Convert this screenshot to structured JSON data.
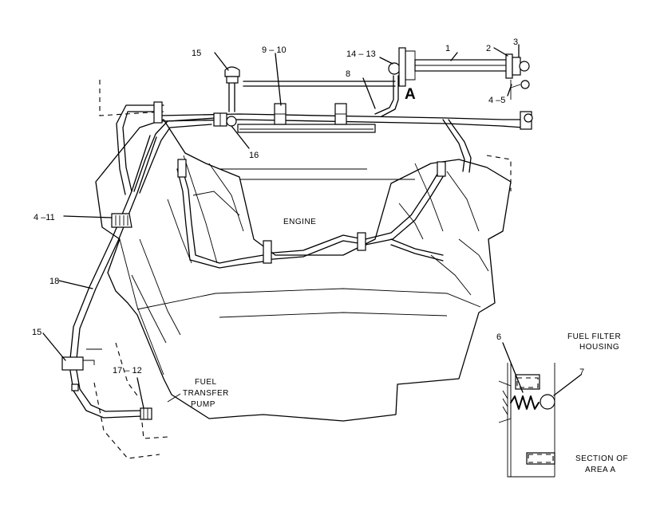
{
  "callouts": {
    "c1": "1",
    "c2": "2",
    "c3": "3",
    "c4_5": "4 –5",
    "c4_11": "4 –11",
    "c6": "6",
    "c7": "7",
    "c8": "8",
    "c9_10": "9 – 10",
    "c14_13": "14 – 13",
    "c15_top": "15",
    "c15_bottom": "15",
    "c16": "16",
    "c17_12": "17 – 12",
    "c18": "18"
  },
  "labels": {
    "engine": "ENGINE",
    "area_marker": "A",
    "fuel_transfer_pump_line1": "FUEL",
    "fuel_transfer_pump_line2": "TRANSFER",
    "fuel_transfer_pump_line3": "PUMP",
    "fuel_filter_housing_line1": "FUEL FILTER",
    "fuel_filter_housing_line2": "HOUSING",
    "section_line1": "SECTION OF",
    "section_line2": "AREA A"
  }
}
